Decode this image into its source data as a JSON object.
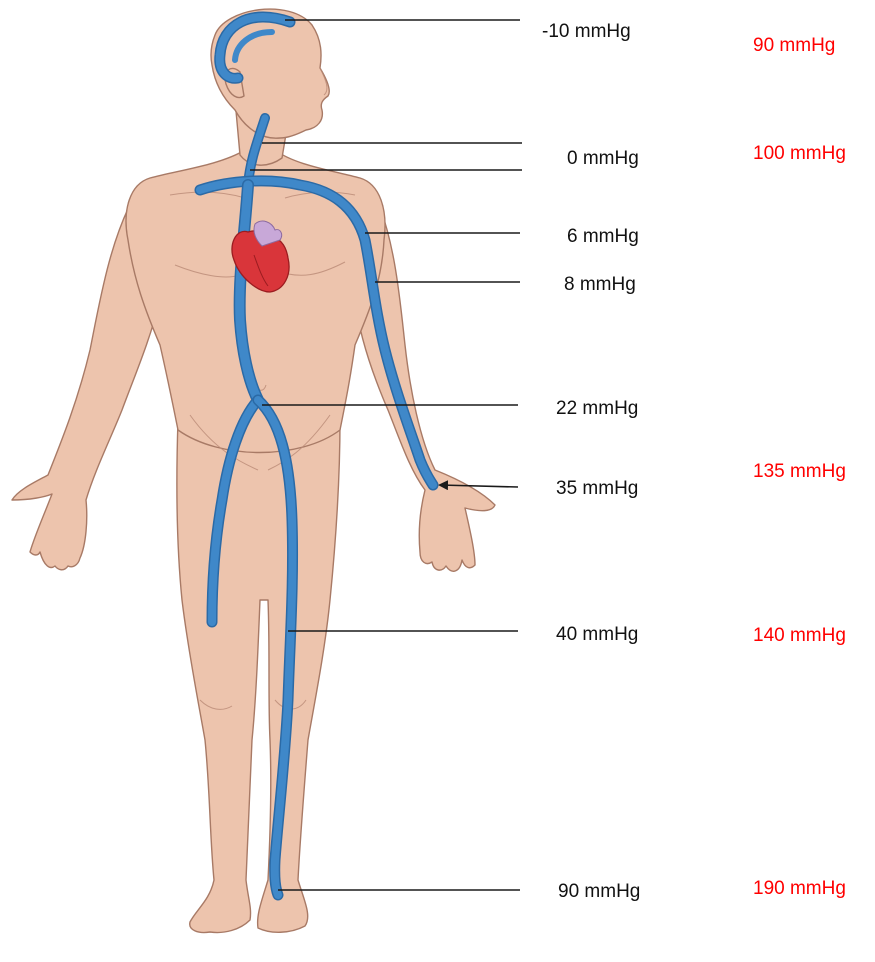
{
  "colors": {
    "skin": "#edc4ad",
    "skin_outline": "#a87a66",
    "vein": "#3f88c9",
    "vein_edge": "#2b6aa6",
    "heart": "#d9353a",
    "arterial_text": "#ff0000",
    "venous_text": "#111111"
  },
  "levels": [
    {
      "id": "head",
      "venous": "-10 mmHg",
      "arterial": "90 mmHg"
    },
    {
      "id": "neck",
      "venous": "0 mmHg",
      "arterial": "100 mmHg"
    },
    {
      "id": "shoulder",
      "venous": "6 mmHg",
      "arterial": ""
    },
    {
      "id": "upper-arm",
      "venous": "8 mmHg",
      "arterial": ""
    },
    {
      "id": "abdomen",
      "venous": "22 mmHg",
      "arterial": ""
    },
    {
      "id": "wrist",
      "venous": "35 mmHg",
      "arterial": "135 mmHg"
    },
    {
      "id": "thigh",
      "venous": "40 mmHg",
      "arterial": "140 mmHg"
    },
    {
      "id": "ankle",
      "venous": "90 mmHg",
      "arterial": "190 mmHg"
    }
  ]
}
